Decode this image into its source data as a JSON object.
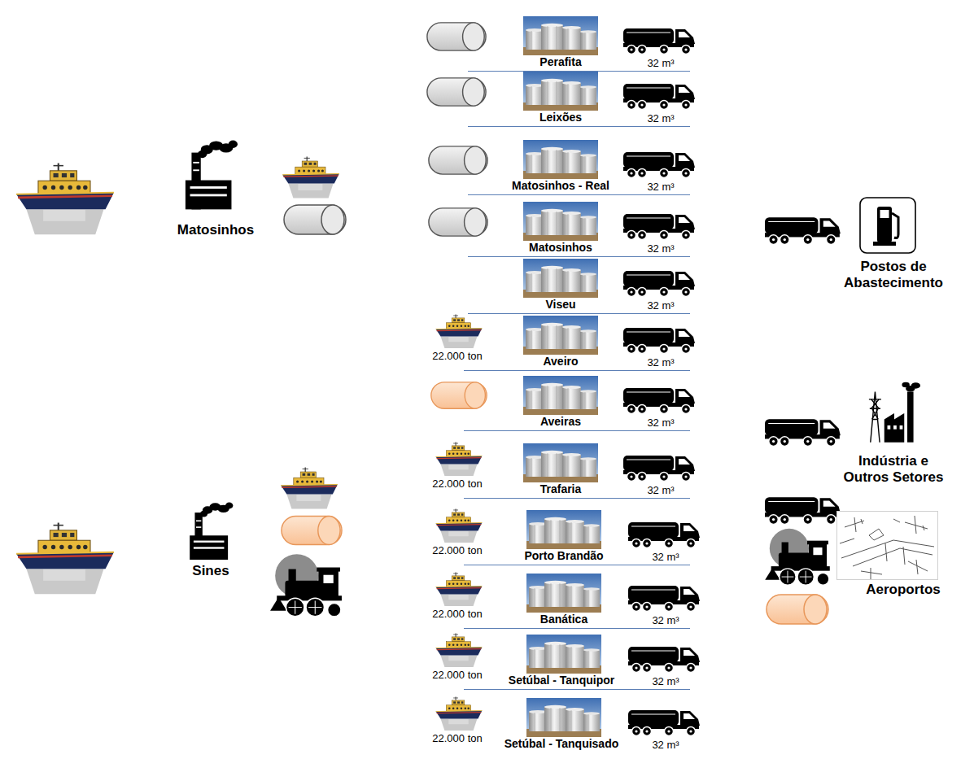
{
  "diagram": {
    "nodes": [
      {
        "text": [
          "Matosinhos"
        ]
      },
      {
        "text": [
          "Sines"
        ]
      },
      {
        "text": [
          "Perafita"
        ]
      },
      {
        "text": [
          "Leixões"
        ]
      },
      {
        "text": [
          "Matosinhos - Real"
        ]
      },
      {
        "text": [
          "Matosinhos"
        ]
      },
      {
        "text": [
          "Viseu"
        ]
      },
      {
        "text": [
          "Aveiro"
        ]
      },
      {
        "text": [
          "Aveiras"
        ]
      },
      {
        "text": [
          "Trafaria"
        ]
      },
      {
        "text": [
          "Porto Brandão"
        ]
      },
      {
        "text": [
          "Banática"
        ]
      },
      {
        "text": [
          "Setúbal - Tanquipor"
        ]
      },
      {
        "text": [
          "Setúbal - Tanquisado"
        ]
      },
      {
        "text": [
          "Postos de Abastecimento"
        ]
      },
      {
        "text": [
          "Indústria e Outros Setores"
        ]
      },
      {
        "text": [
          "Aeroportos"
        ]
      }
    ],
    "labels": [
      "32 m³",
      "32 m³",
      "32 m³",
      "32 m³",
      "32 m³",
      "22.000 ton",
      "32 m³",
      "32 m³",
      "22.000 ton",
      "32 m³",
      "22.000 ton",
      "32 m³",
      "22.000 ton",
      "32 m³",
      "22.000 ton",
      "32 m³",
      "22.000 ton",
      "32 m³"
    ]
  }
}
